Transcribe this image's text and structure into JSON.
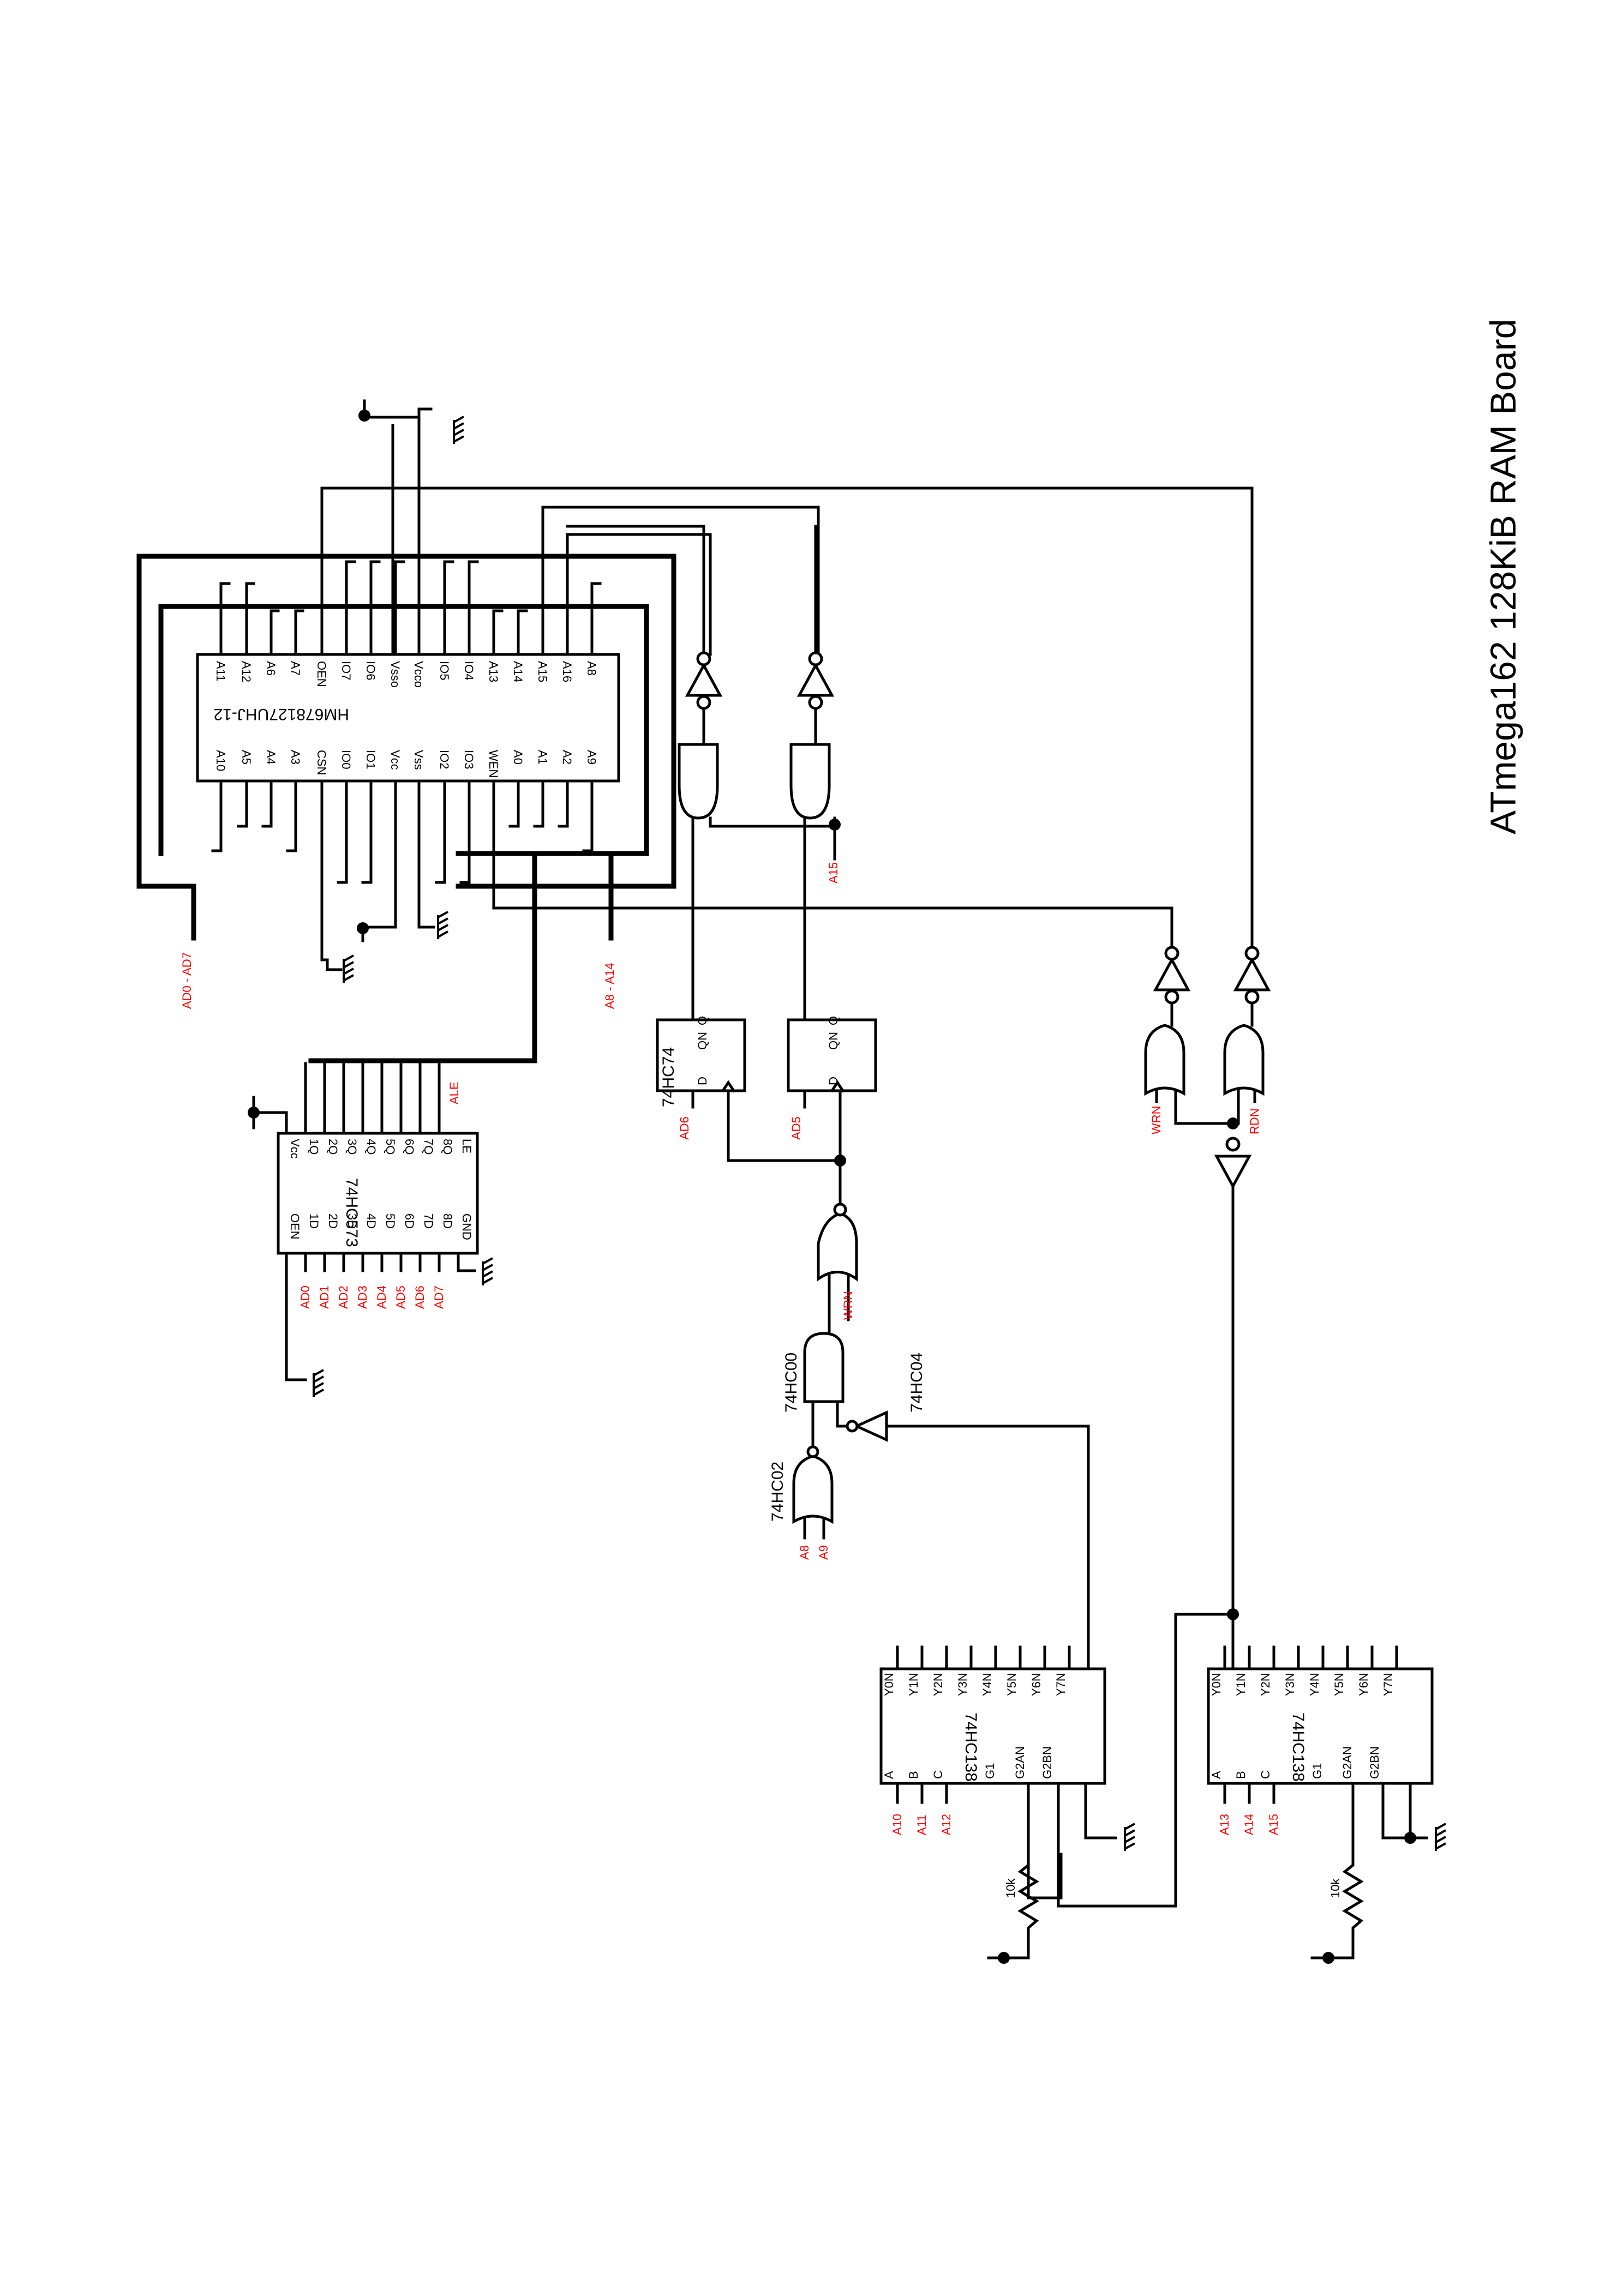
{
  "title": "ATmega162 128KiB RAM Board",
  "net_color": "#ff0000",
  "parts": {
    "ram": "HM678127UHJ-12",
    "latch": "74HC573",
    "dff": "74HC74",
    "nand": "74HC00",
    "nor": "74HC02",
    "inv": "74HC04",
    "dec1": "74HC138",
    "dec2": "74HC138",
    "res1": "10k",
    "res2": "10k"
  },
  "ram_pins_top": [
    "A11",
    "A12",
    "A6",
    "A7",
    "OEN",
    "IO7",
    "IO6",
    "Vsso",
    "Vcco",
    "IO5",
    "IO4",
    "A13",
    "A14",
    "A15",
    "A16",
    "A8"
  ],
  "ram_pins_bottom": [
    "A10",
    "A5",
    "A4",
    "A3",
    "CSN",
    "IO0",
    "IO1",
    "Vcc",
    "Vss",
    "IO2",
    "IO3",
    "WEN",
    "A0",
    "A1",
    "A2",
    "A9"
  ],
  "latch_pins_top": [
    "Vcc",
    "1Q",
    "2Q",
    "3Q",
    "4Q",
    "5Q",
    "6Q",
    "7Q",
    "8Q",
    "LE"
  ],
  "latch_pins_bottom": [
    "OEN",
    "1D",
    "2D",
    "3D",
    "4D",
    "5D",
    "6D",
    "7D",
    "8D",
    "GND"
  ],
  "dec_pins_left": [
    "A",
    "B",
    "C",
    "G1",
    "G2AN",
    "G2BN"
  ],
  "dec_pins_right": [
    "Y0N",
    "Y1N",
    "Y2N",
    "Y3N",
    "Y4N",
    "Y5N",
    "Y6N",
    "Y7N"
  ],
  "dff_pins": {
    "d": "D",
    "q": "Q",
    "qn": "QN"
  },
  "nets": {
    "bus_ad": "AD0 - AD7",
    "bus_a": "A8 - A14",
    "ale": "ALE",
    "latch_in": [
      "AD0",
      "AD1",
      "AD2",
      "AD3",
      "AD4",
      "AD5",
      "AD6",
      "AD7"
    ],
    "ff1_d": "AD6",
    "ff2_d": "AD5",
    "a15": "A15",
    "wrn_nand": "WRN",
    "nor_in": [
      "A8",
      "A9"
    ],
    "wrn_or": "WRN",
    "rdn_or": "RDN",
    "dec1_in": [
      "A10",
      "A11",
      "A12"
    ],
    "dec2_in": [
      "A13",
      "A14",
      "A15"
    ]
  }
}
